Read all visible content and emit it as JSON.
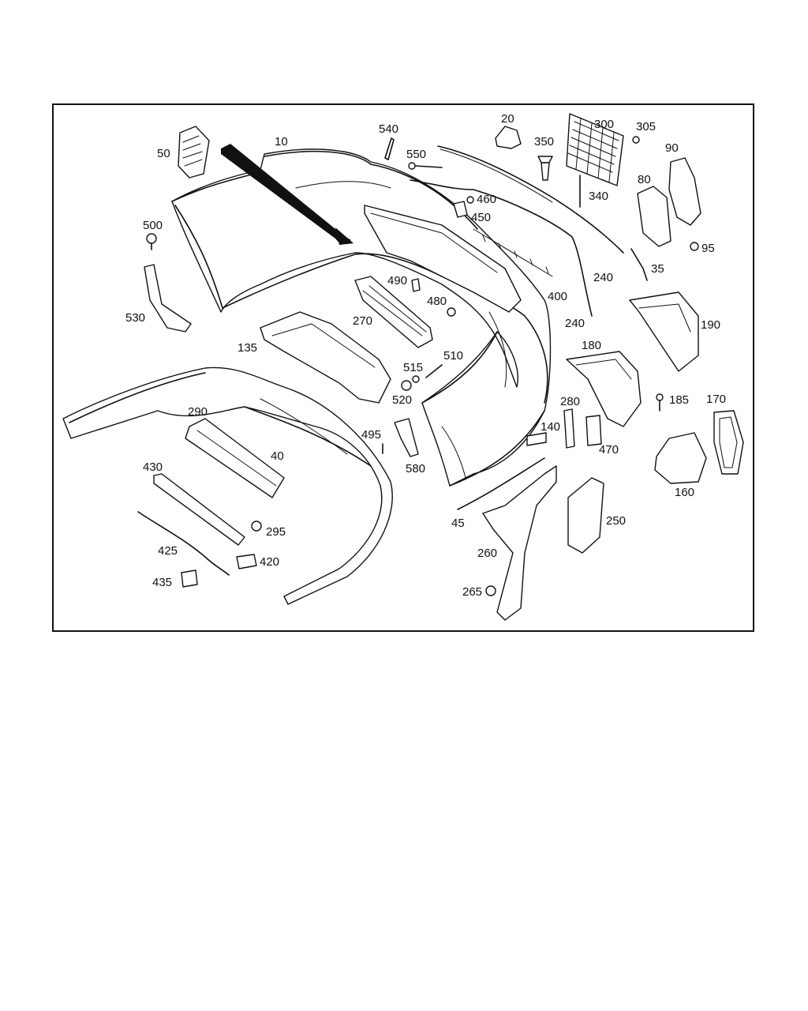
{
  "labels": [
    "10",
    "20",
    "35",
    "40",
    "45",
    "50",
    "80",
    "90",
    "95",
    "135",
    "140",
    "160",
    "170",
    "180",
    "185",
    "190",
    "240",
    "240",
    "250",
    "260",
    "265",
    "270",
    "280",
    "290",
    "295",
    "300",
    "305",
    "340",
    "350",
    "400",
    "420",
    "425",
    "430",
    "435",
    "450",
    "460",
    "470",
    "480",
    "490",
    "495",
    "500",
    "510",
    "515",
    "520",
    "530",
    "540",
    "550",
    "580"
  ]
}
